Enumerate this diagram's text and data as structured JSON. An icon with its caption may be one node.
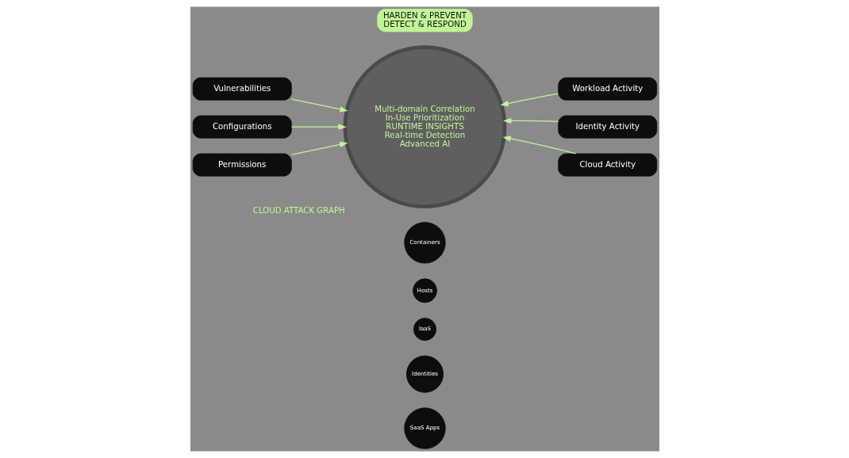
{
  "diagram": {
    "nodes": [
      {
        "text": [
          "HARDEN & PREVENT",
          "DETECT & RESPOND"
        ]
      },
      {
        "text": [
          "Vulnerabilities"
        ]
      },
      {
        "text": [
          "Configurations"
        ]
      },
      {
        "text": [
          "Permissions"
        ]
      },
      {
        "text": [
          "Workload Activity"
        ]
      },
      {
        "text": [
          "Identity Activity"
        ]
      },
      {
        "text": [
          "Cloud Activity"
        ]
      },
      {
        "text": [
          "Multi-domain Correlation",
          "In-Use Prioritization",
          "RUNTIME INSIGHTS",
          "Real-time Detection",
          "Advanced AI"
        ],
        "beside": [
          "CLOUD ATTACK GRAPH"
        ]
      },
      {
        "text": [
          "Containers"
        ]
      },
      {
        "text": [
          "Hosts"
        ]
      },
      {
        "text": [
          "IaaS"
        ]
      },
      {
        "text": [
          "Identities"
        ]
      },
      {
        "text": [
          "SaaS Apps"
        ]
      }
    ],
    "edges": [
      {
        "from": 1,
        "to": 7,
        "arrow": "to"
      },
      {
        "from": 2,
        "to": 7,
        "arrow": "to"
      },
      {
        "from": 3,
        "to": 7,
        "arrow": "to"
      },
      {
        "from": 4,
        "to": 7,
        "arrow": "to"
      },
      {
        "from": 5,
        "to": 7,
        "arrow": "to"
      },
      {
        "from": 6,
        "to": 7,
        "arrow": "to"
      }
    ]
  }
}
